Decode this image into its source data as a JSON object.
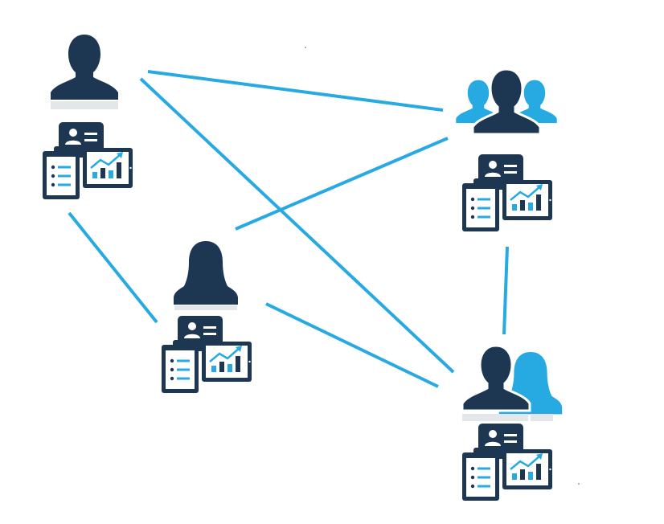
{
  "colors": {
    "navy": "#1d3753",
    "accent": "#27a9e1",
    "white": "#ffffff",
    "shadow": "#e4e7ea"
  },
  "nodes": [
    {
      "id": "man",
      "avatar": "person-male-icon"
    },
    {
      "id": "group",
      "avatar": "people-group-icon"
    },
    {
      "id": "woman",
      "avatar": "person-female-icon"
    },
    {
      "id": "couple",
      "avatar": "people-couple-icon"
    }
  ],
  "connections": [
    {
      "from": "man",
      "to": "group"
    },
    {
      "from": "man",
      "to": "couple"
    },
    {
      "from": "man",
      "to": "woman"
    },
    {
      "from": "woman",
      "to": "group"
    },
    {
      "from": "woman",
      "to": "couple"
    },
    {
      "from": "group",
      "to": "couple"
    }
  ]
}
